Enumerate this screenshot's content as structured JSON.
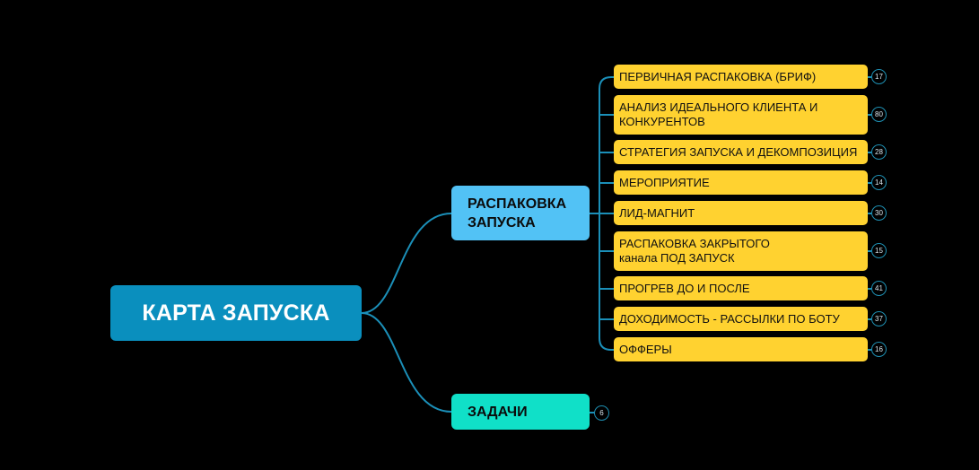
{
  "colors": {
    "background": "#000000",
    "root": "#0a8fbe",
    "branch_unpack": "#52c2f5",
    "branch_tasks": "#10e0c8",
    "leaf": "#ffd230",
    "connector": "#1b8fb8",
    "badge_border": "#1e8fb2"
  },
  "root": {
    "label": "КАРТА ЗАПУСКА"
  },
  "branches": [
    {
      "label": "РАСПАКОВКА\nЗАПУСКА",
      "children": [
        {
          "label": "ПЕРВИЧНАЯ РАСПАКОВКА (БРИФ)",
          "count": "17"
        },
        {
          "label": "АНАЛИЗ ИДЕАЛЬНОГО КЛИЕНТА И\nКОНКУРЕНТОВ",
          "count": "80"
        },
        {
          "label": "СТРАТЕГИЯ ЗАПУСКА И ДЕКОМПОЗИЦИЯ",
          "count": "28"
        },
        {
          "label": "МЕРОПРИЯТИЕ",
          "count": "14"
        },
        {
          "label": "ЛИД-МАГНИТ",
          "count": "30"
        },
        {
          "label": "РАСПАКОВКА ЗАКРЫТОГО\nканала ПОД ЗАПУСК",
          "count": "15"
        },
        {
          "label": "ПРОГРЕВ ДО И ПОСЛЕ",
          "count": "41"
        },
        {
          "label": "ДОХОДИМОСТЬ - РАССЫЛКИ ПО БОТУ",
          "count": "37"
        },
        {
          "label": "ОФФЕРЫ",
          "count": "16"
        }
      ]
    },
    {
      "label": "ЗАДАЧИ",
      "count": "6"
    }
  ]
}
